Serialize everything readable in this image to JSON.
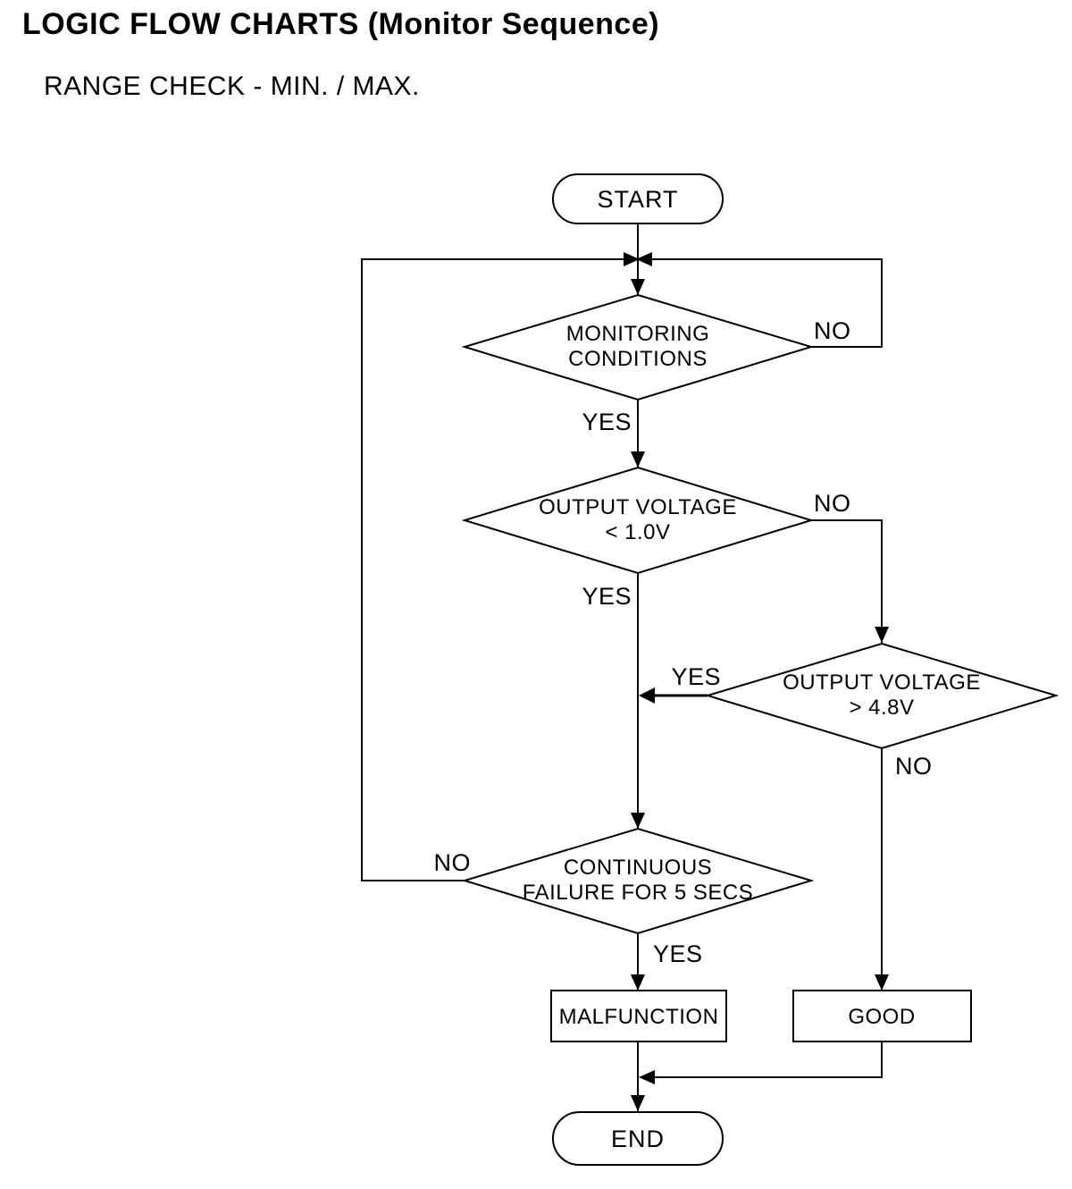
{
  "page": {
    "title": "LOGIC FLOW CHARTS (Monitor Sequence)",
    "subtitle": "RANGE CHECK - MIN. / MAX."
  },
  "flowchart": {
    "colors": {
      "ink": "#000000",
      "background": "#ffffff"
    },
    "nodes": {
      "start": {
        "type": "terminator",
        "label": "START"
      },
      "monitoring_conditions": {
        "type": "decision",
        "line1": "MONITORING",
        "line2": "CONDITIONS"
      },
      "output_voltage_low": {
        "type": "decision",
        "line1": "OUTPUT VOLTAGE",
        "line2": "< 1.0V"
      },
      "output_voltage_high": {
        "type": "decision",
        "line1": "OUTPUT VOLTAGE",
        "line2": "> 4.8V"
      },
      "continuous_failure": {
        "type": "decision",
        "line1": "CONTINUOUS",
        "line2": "FAILURE FOR 5 SECS"
      },
      "malfunction": {
        "type": "process",
        "label": "MALFUNCTION"
      },
      "good": {
        "type": "process",
        "label": "GOOD"
      },
      "end": {
        "type": "terminator",
        "label": "END"
      }
    },
    "edges": {
      "monitoring_no": {
        "label": "NO"
      },
      "monitoring_yes": {
        "label": "YES"
      },
      "voltage_low_no": {
        "label": "NO"
      },
      "voltage_low_yes": {
        "label": "YES"
      },
      "voltage_high_yes": {
        "label": "YES"
      },
      "voltage_high_no": {
        "label": "NO"
      },
      "continuous_no": {
        "label": "NO"
      },
      "continuous_yes": {
        "label": "YES"
      }
    }
  }
}
